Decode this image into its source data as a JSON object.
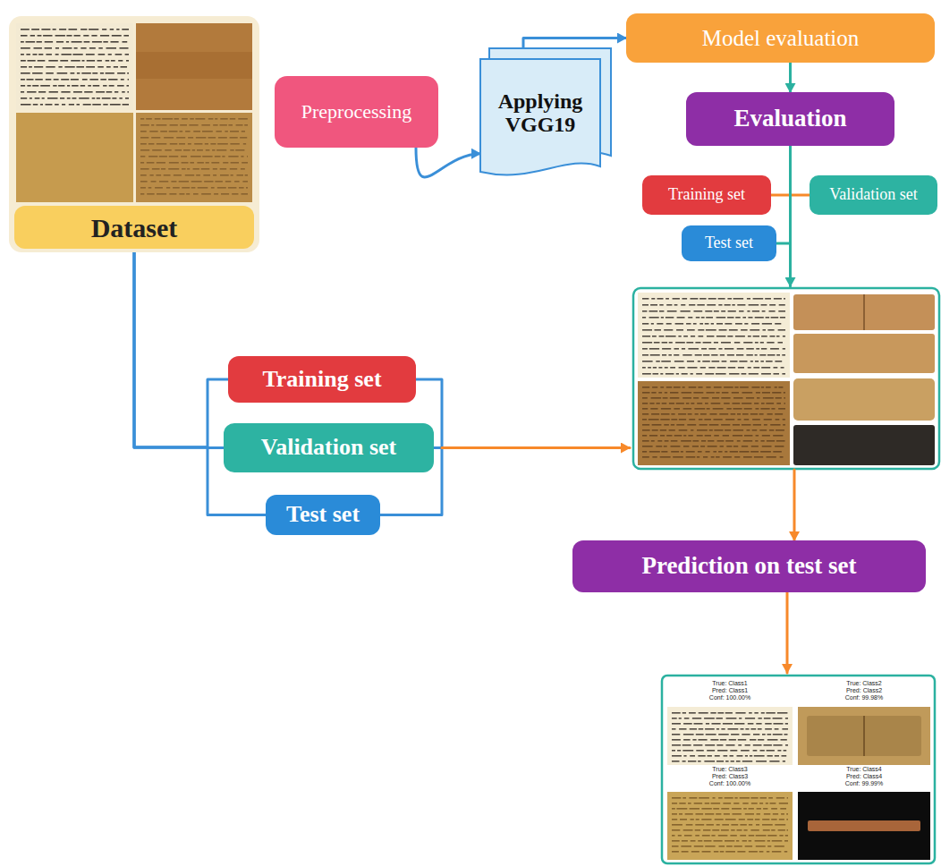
{
  "diagram": {
    "nodes": [
      {
        "text": [
          "Dataset"
        ]
      },
      {
        "text": [
          "Preprocessing"
        ]
      },
      {
        "text": [
          "Applying VGG19"
        ]
      },
      {
        "text": [
          "Model evaluation"
        ]
      },
      {
        "text": [
          "Evaluation"
        ]
      },
      {
        "text": [
          "Training set"
        ]
      },
      {
        "text": [
          "Validation set"
        ]
      },
      {
        "text": [
          "Test set"
        ]
      },
      {
        "text": [
          "Training set"
        ]
      },
      {
        "text": [
          "Validation set"
        ]
      },
      {
        "text": [
          "Test set"
        ]
      },
      {
        "text": [
          "Prediction on test set"
        ]
      }
    ],
    "edges": [
      {
        "from": 0,
        "to": 8,
        "arrow": "none"
      },
      {
        "from": 0,
        "to": 9,
        "arrow": "none"
      },
      {
        "from": 0,
        "to": 10,
        "arrow": "none"
      },
      {
        "from": 1,
        "to": 2,
        "arrow": "to"
      },
      {
        "from": 2,
        "to": 3,
        "arrow": "to"
      },
      {
        "from": 3,
        "to": 4,
        "arrow": "to"
      },
      {
        "from": 5,
        "to": 6,
        "arrow": "none"
      }
    ],
    "labels": [
      "True: Class1",
      "Pred: Class1",
      "Conf: 100.00%",
      "True: Class2",
      "Pred: Class2",
      "Conf: 99.98%",
      "True: Class3",
      "Pred: Class3",
      "Conf: 100.00%",
      "True: Class4",
      "Pred: Class4",
      "Conf: 99.99%"
    ]
  }
}
